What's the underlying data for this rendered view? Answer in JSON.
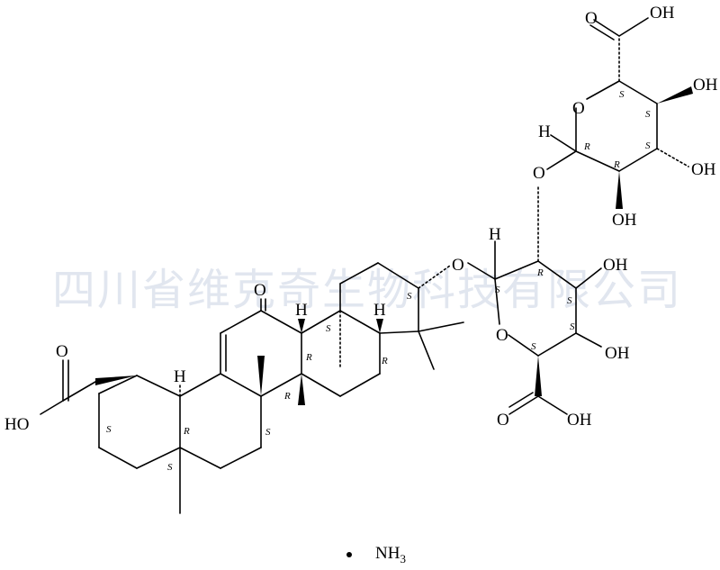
{
  "watermark": "四川省维克奇生物科技有限公司",
  "salt": {
    "formula_main": "NH",
    "formula_sub": "3"
  },
  "labels": {
    "O": "O",
    "OH": "OH",
    "HO": "HO",
    "H": "H"
  },
  "stereo": {
    "S": "S",
    "R": "R"
  }
}
